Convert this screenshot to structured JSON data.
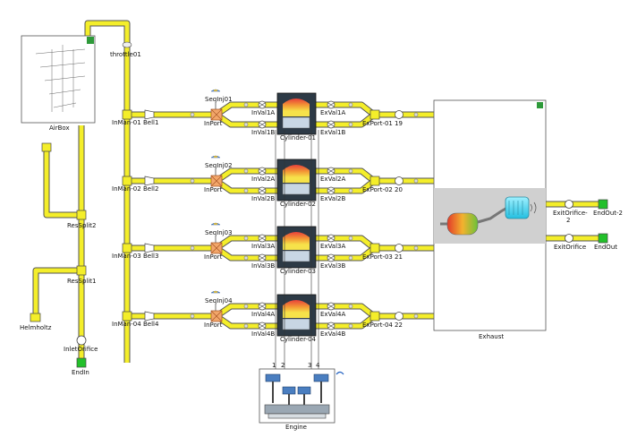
{
  "colors": {
    "pipe": "#f4ee2a",
    "pipe_border": "#555555",
    "end_green": "#22c02a",
    "cyl_dark": "#2d3a46",
    "exhaust_band": "#d0d0d0"
  },
  "labels": {
    "airbox": "AirBox",
    "throttle": "throttle01",
    "ressplit2": "ResSplit2",
    "ressplit1": "ResSplit1",
    "helmholtz": "Helmholtz",
    "inlet_orifice": "InletOrifice",
    "endin": "EndIn",
    "exhaust": "Exhaust",
    "engine": "Engine",
    "exit_orifice2": "ExitOrifice-",
    "exit_orifice2_b": "2",
    "endout2": "EndOut-2",
    "exit_orifice": "ExitOrifice",
    "endout": "EndOut",
    "engine_ports": [
      "1",
      "2",
      "3",
      "4"
    ]
  },
  "rows": [
    {
      "inman": "InMan-01",
      "bell": "Bell1",
      "seqinj": "SeqInj01",
      "inport": "InPort",
      "inval_a": "InVal1A",
      "inval_b": "InVal1B",
      "cylinder": "Cylinder-01",
      "exval_a": "ExVal1A",
      "exval_b": "ExVal1B",
      "export": "ExPort-01",
      "num": "19"
    },
    {
      "inman": "InMan-02",
      "bell": "Bell2",
      "seqinj": "SeqInj02",
      "inport": "InPort",
      "inval_a": "InVal2A",
      "inval_b": "InVal2B",
      "cylinder": "Cylinder-02",
      "exval_a": "ExVal2A",
      "exval_b": "ExVal2B",
      "export": "ExPort-02",
      "num": "20"
    },
    {
      "inman": "InMan-03",
      "bell": "Bell3",
      "seqinj": "SeqInj03",
      "inport": "InPort",
      "inval_a": "InVal3A",
      "inval_b": "InVal3B",
      "cylinder": "Cylinder-03",
      "exval_a": "ExVal3A",
      "exval_b": "ExVal3B",
      "export": "ExPort-03",
      "num": "21"
    },
    {
      "inman": "InMan-04",
      "bell": "Bell4",
      "seqinj": "SeqInj04",
      "inport": "InPort",
      "inval_a": "InVal4A",
      "inval_b": "InVal4B",
      "cylinder": "Cylinder-04",
      "exval_a": "ExVal4A",
      "exval_b": "ExVal4B",
      "export": "ExPort-04",
      "num": "22"
    }
  ]
}
